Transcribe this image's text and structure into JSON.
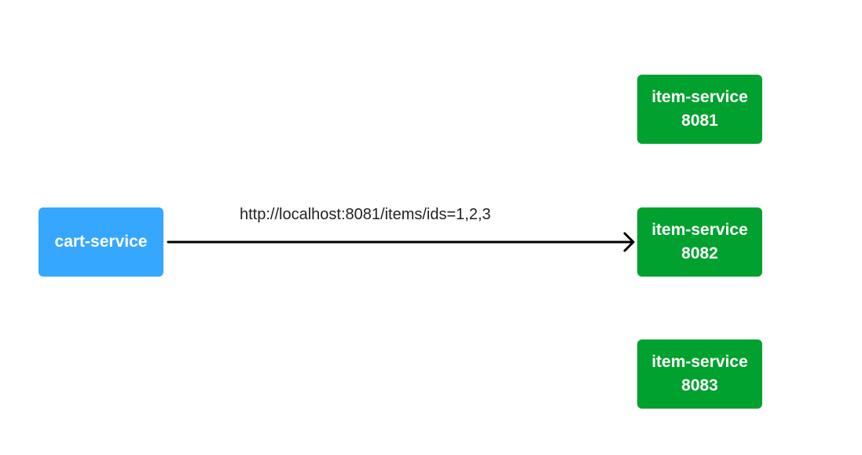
{
  "colors": {
    "client_fill": "#35a7ff",
    "server_fill": "#00a12e",
    "arrow": "#000000",
    "label_text": "#222222"
  },
  "nodes": {
    "cart_service": {
      "label": "cart-service"
    },
    "item_services": [
      {
        "name": "item-service",
        "port": "8081"
      },
      {
        "name": "item-service",
        "port": "8082"
      },
      {
        "name": "item-service",
        "port": "8083"
      }
    ]
  },
  "edges": [
    {
      "from": "cart-service",
      "to": "item-service 8082",
      "label": "http://localhost:8081/items/ids=1,2,3"
    }
  ]
}
